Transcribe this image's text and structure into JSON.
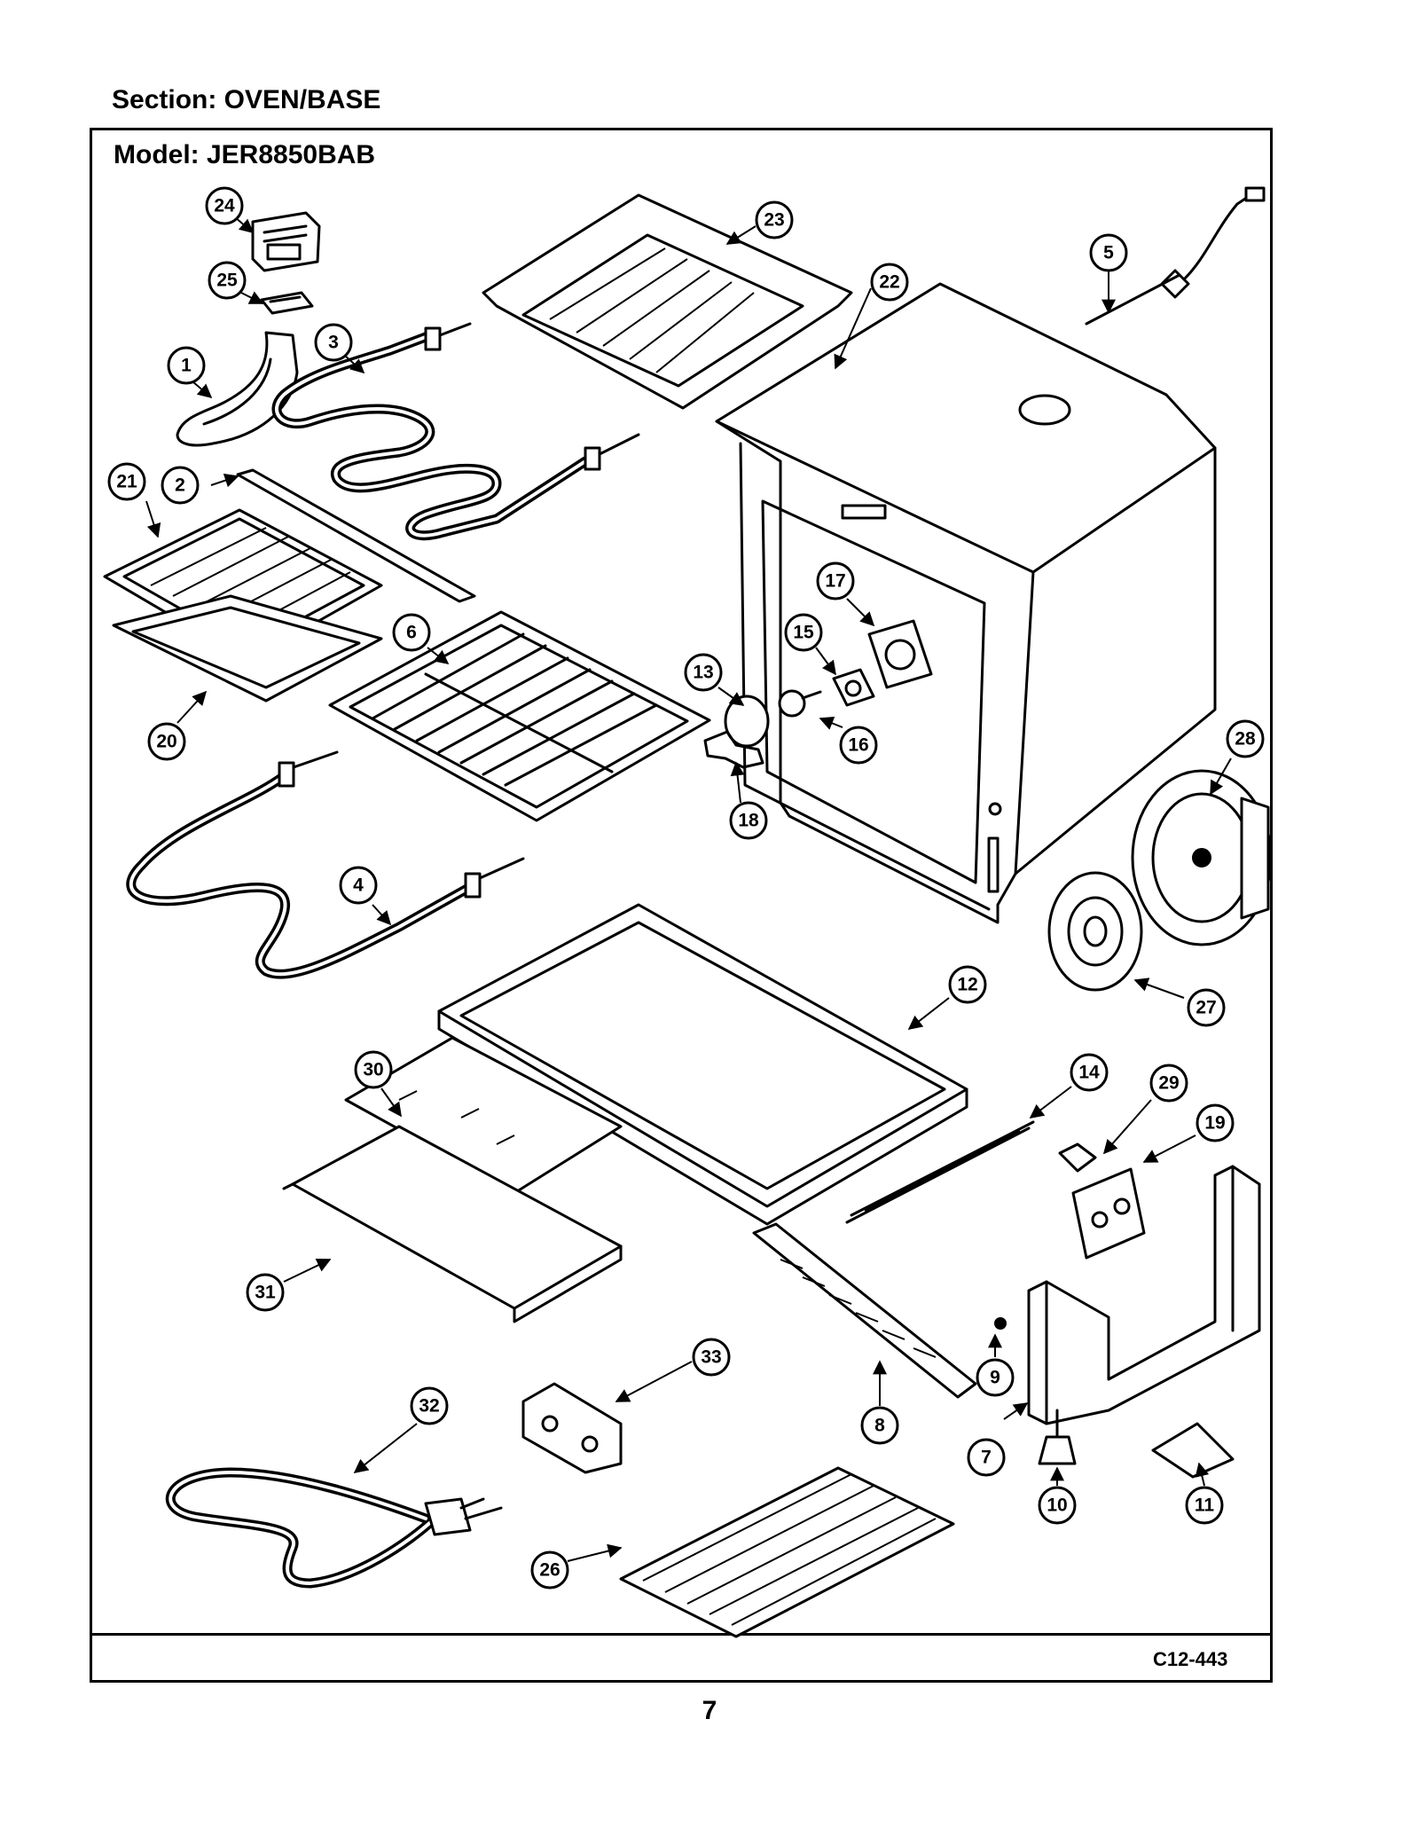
{
  "header": {
    "section_title": "Section:  OVEN/BASE"
  },
  "frame": {
    "model_title": "Model:  JER8850BAB",
    "drawing_code": "C12-443"
  },
  "footer": {
    "page_number": "7"
  },
  "callouts": [
    {
      "id": "1",
      "label": "1"
    },
    {
      "id": "2",
      "label": "2"
    },
    {
      "id": "3",
      "label": "3"
    },
    {
      "id": "4",
      "label": "4"
    },
    {
      "id": "5",
      "label": "5"
    },
    {
      "id": "6",
      "label": "6"
    },
    {
      "id": "7",
      "label": "7"
    },
    {
      "id": "8",
      "label": "8"
    },
    {
      "id": "9",
      "label": "9"
    },
    {
      "id": "10",
      "label": "10"
    },
    {
      "id": "11",
      "label": "11"
    },
    {
      "id": "12",
      "label": "12"
    },
    {
      "id": "13",
      "label": "13"
    },
    {
      "id": "14",
      "label": "14"
    },
    {
      "id": "15",
      "label": "15"
    },
    {
      "id": "16",
      "label": "16"
    },
    {
      "id": "17",
      "label": "17"
    },
    {
      "id": "18",
      "label": "18"
    },
    {
      "id": "19",
      "label": "19"
    },
    {
      "id": "20",
      "label": "20"
    },
    {
      "id": "21",
      "label": "21"
    },
    {
      "id": "22",
      "label": "22"
    },
    {
      "id": "23",
      "label": "23"
    },
    {
      "id": "24",
      "label": "24"
    },
    {
      "id": "25",
      "label": "25"
    },
    {
      "id": "26",
      "label": "26"
    },
    {
      "id": "27",
      "label": "27"
    },
    {
      "id": "28",
      "label": "28"
    },
    {
      "id": "29",
      "label": "29"
    },
    {
      "id": "30",
      "label": "30"
    },
    {
      "id": "31",
      "label": "31"
    },
    {
      "id": "32",
      "label": "32"
    },
    {
      "id": "33",
      "label": "33"
    }
  ]
}
